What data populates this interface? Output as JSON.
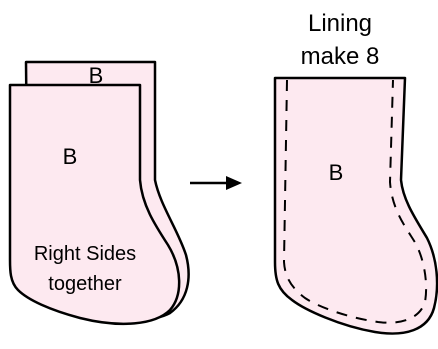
{
  "left_stocking": {
    "back_piece_label": "B",
    "front_piece_label": "B",
    "note_line1": "Right Sides",
    "note_line2": "together"
  },
  "right_stocking": {
    "caption_line1": "Lining",
    "caption_line2": "make 8",
    "piece_label": "B"
  },
  "colors": {
    "fabric_fill": "#fde9f0",
    "outline": "#000000",
    "background": "#ffffff"
  },
  "icons": {
    "arrow": "right-arrow-icon"
  }
}
